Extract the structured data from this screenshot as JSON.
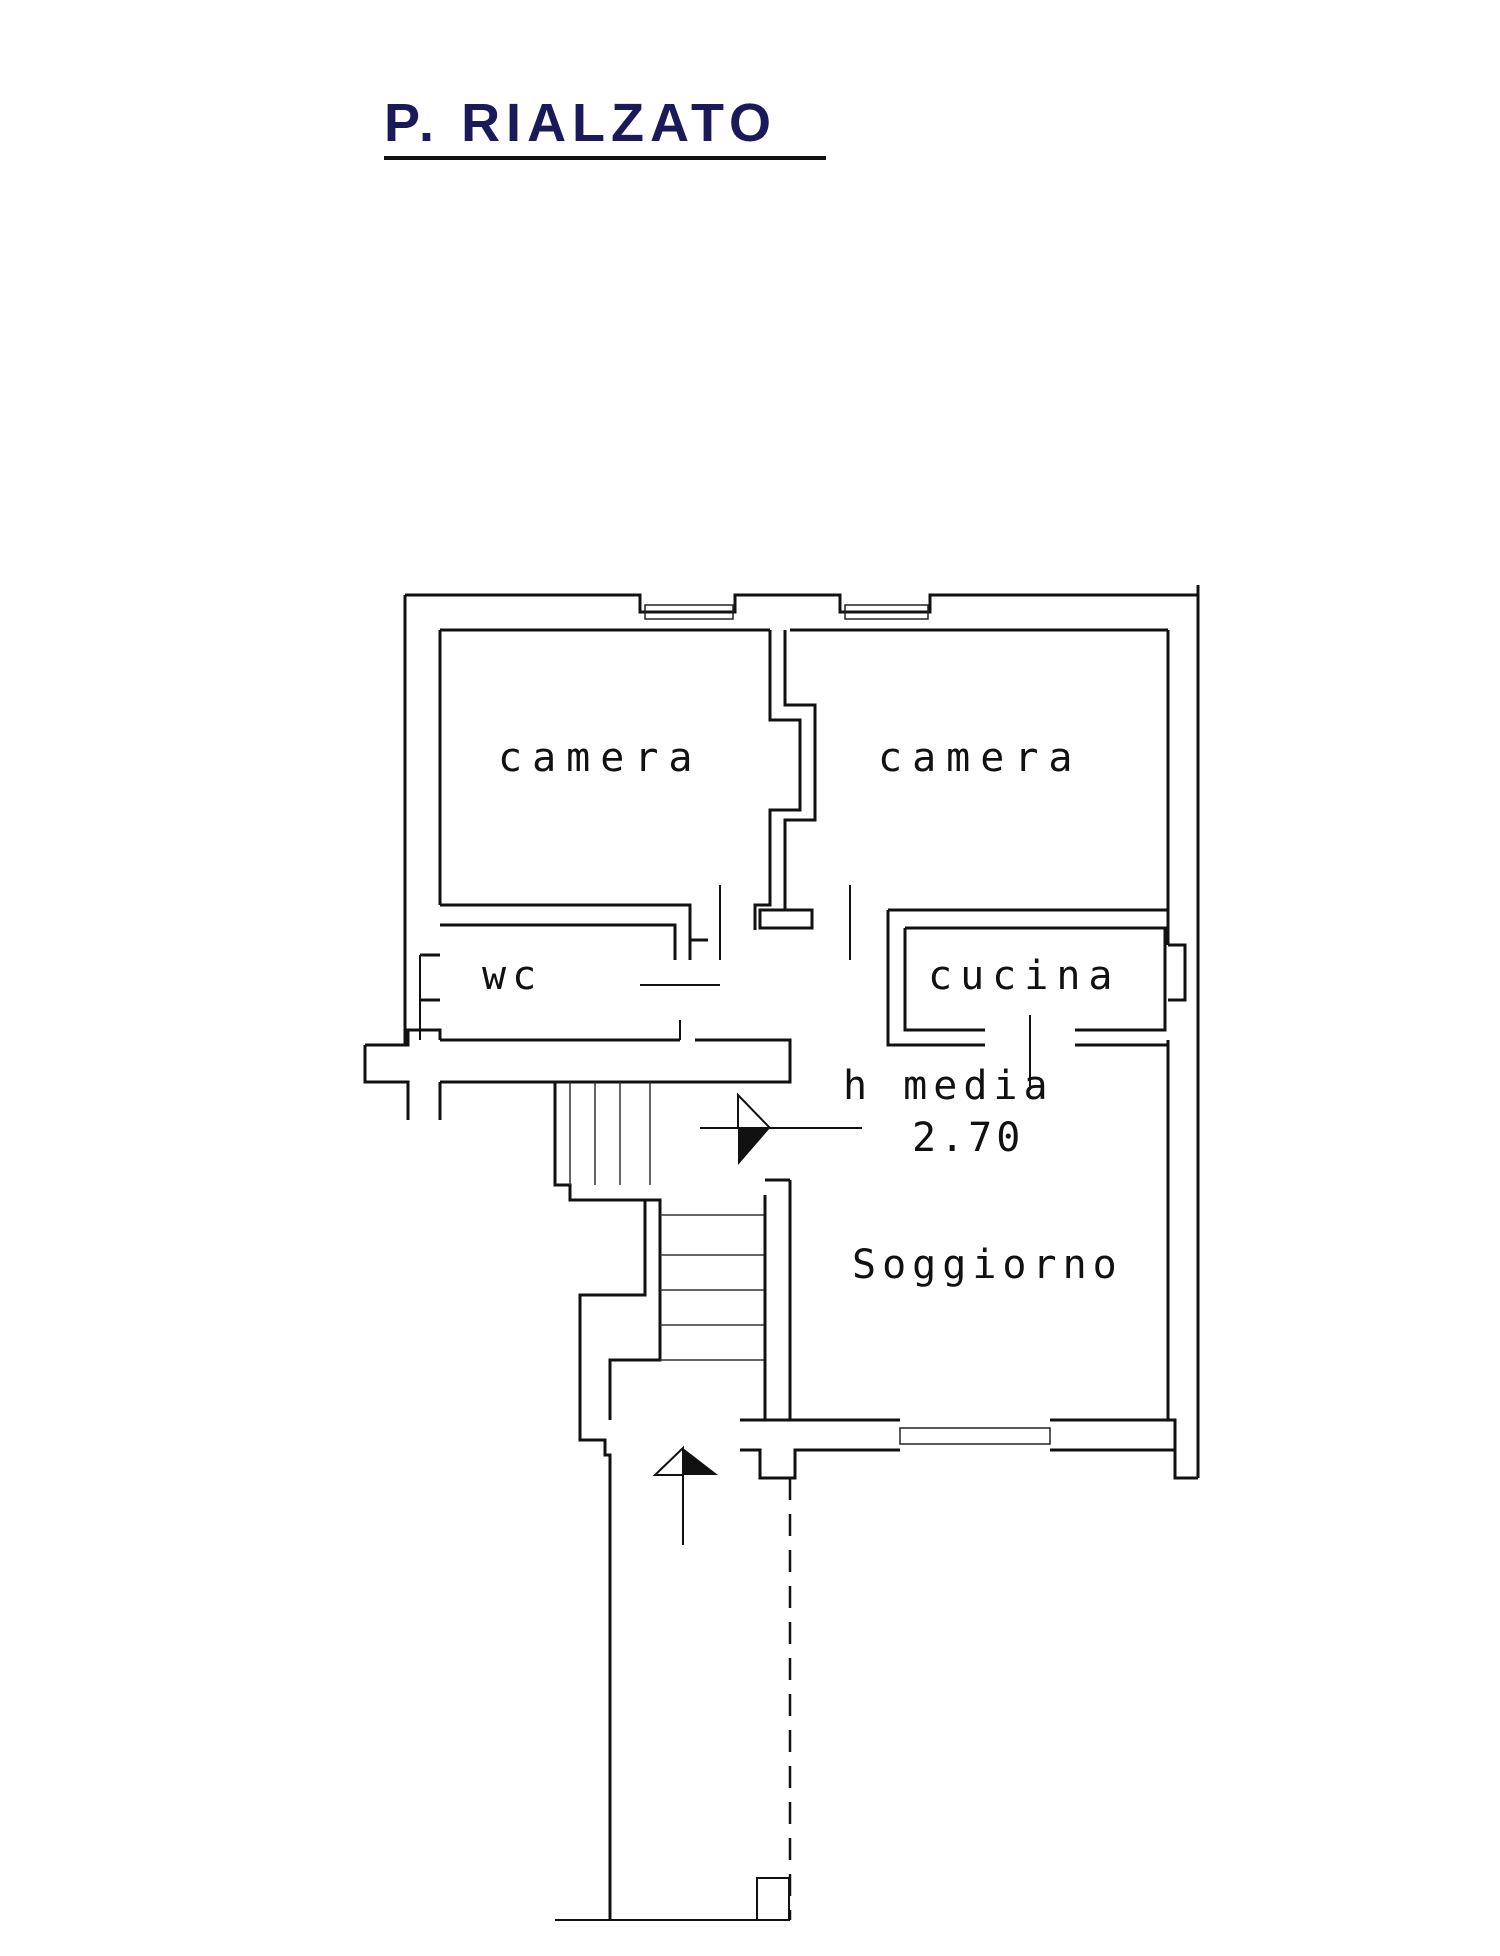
{
  "title": "P. RIALZATO",
  "rooms": {
    "camera_left": "camera",
    "camera_right": "camera",
    "wc": "wc",
    "cucina": "cucina",
    "soggiorno": "Soggiorno"
  },
  "height_note": {
    "line1": "h media",
    "line2": "2.70"
  }
}
